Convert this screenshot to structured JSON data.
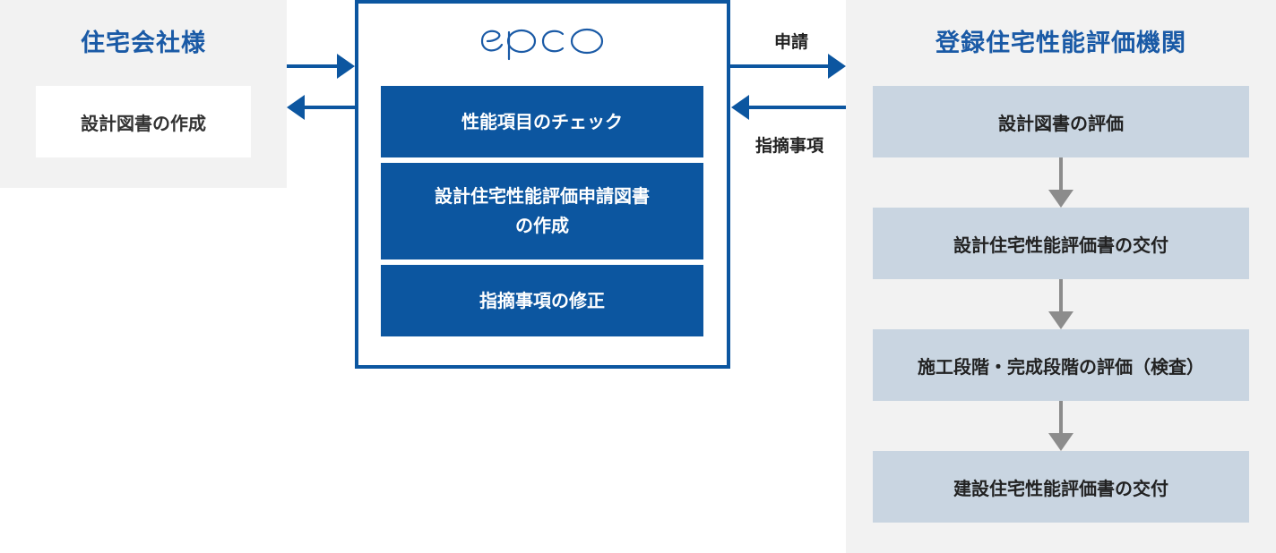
{
  "left": {
    "title": "住宅会社様",
    "box": "設計図書の作成"
  },
  "center": {
    "logo_text": "epco",
    "boxes": [
      {
        "lines": [
          "性能項目のチェック"
        ]
      },
      {
        "lines": [
          "設計住宅性能評価申請図書",
          "の作成"
        ]
      },
      {
        "lines": [
          "指摘事項の修正"
        ]
      }
    ]
  },
  "flows": {
    "apply_label": "申請",
    "remarks_label": "指摘事項"
  },
  "right": {
    "title": "登録住宅性能評価機関",
    "steps": [
      "設計図書の評価",
      "設計住宅性能評価書の交付",
      "施工段階・完成段階の評価（検査）",
      "建設住宅性能評価書の交付"
    ]
  },
  "colors": {
    "accent_blue": "#0c56a0",
    "title_blue": "#1a5aa6",
    "panel_gray": "#f2f2f2",
    "step_box": "#c9d5e1",
    "step_arrow": "#8c8c8c"
  }
}
